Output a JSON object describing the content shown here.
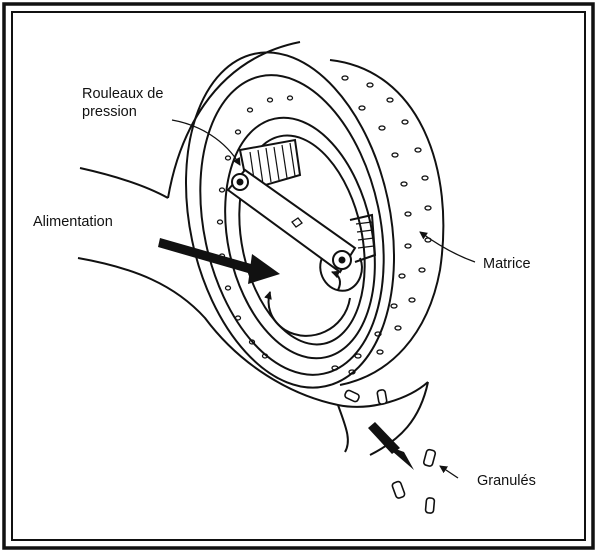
{
  "labels": {
    "rollers_line1": "Rouleaux de",
    "rollers_line2": "pression",
    "feed": "Alimentation",
    "die": "Matrice",
    "pellets": "Granulés"
  },
  "colors": {
    "ink": "#111111",
    "paper": "#ffffff"
  }
}
